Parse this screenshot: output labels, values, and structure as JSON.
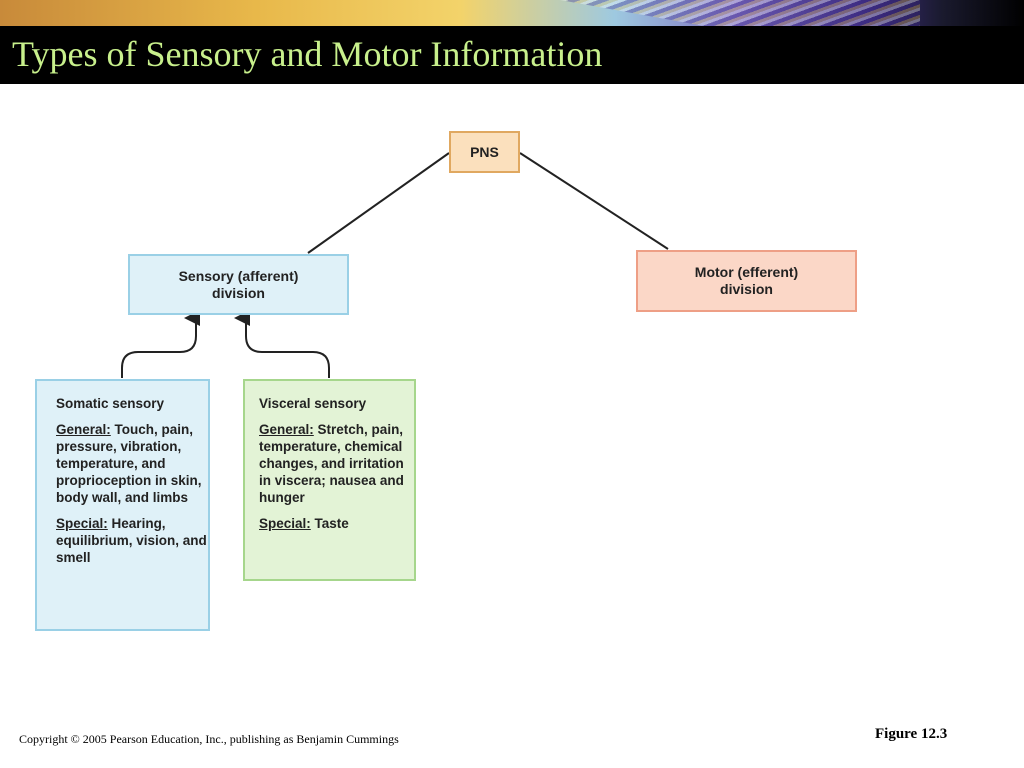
{
  "slide": {
    "title": "Types of Sensory and Motor Information",
    "copyright": "Copyright © 2005 Pearson Education, Inc., publishing as Benjamin Cummings",
    "figure": "Figure 12.3"
  },
  "diagram": {
    "pns": "PNS",
    "sensory_line1": "Sensory (afferent)",
    "sensory_line2": "division",
    "motor_line1": "Motor (efferent)",
    "motor_line2": "division",
    "somatic": {
      "heading": "Somatic sensory",
      "general_label": "General:",
      "general_text": "Touch, pain, pressure, vibration, temperature, and proprioception in skin, body wall, and limbs",
      "special_label": "Special:",
      "special_text": "Hearing, equilibrium, vision, and smell"
    },
    "visceral": {
      "heading": "Visceral sensory",
      "general_label": "General:",
      "general_text": "Stretch, pain, temperature, chemical changes, and irritation in viscera; nausea and hunger",
      "special_label": "Special:",
      "special_text": "Taste"
    }
  },
  "colors": {
    "title": "#c8f08c",
    "pns_fill": "#fbe0bd",
    "sensory_fill": "#dff1f8",
    "motor_fill": "#fbd7c7",
    "visceral_fill": "#e3f3d6"
  }
}
